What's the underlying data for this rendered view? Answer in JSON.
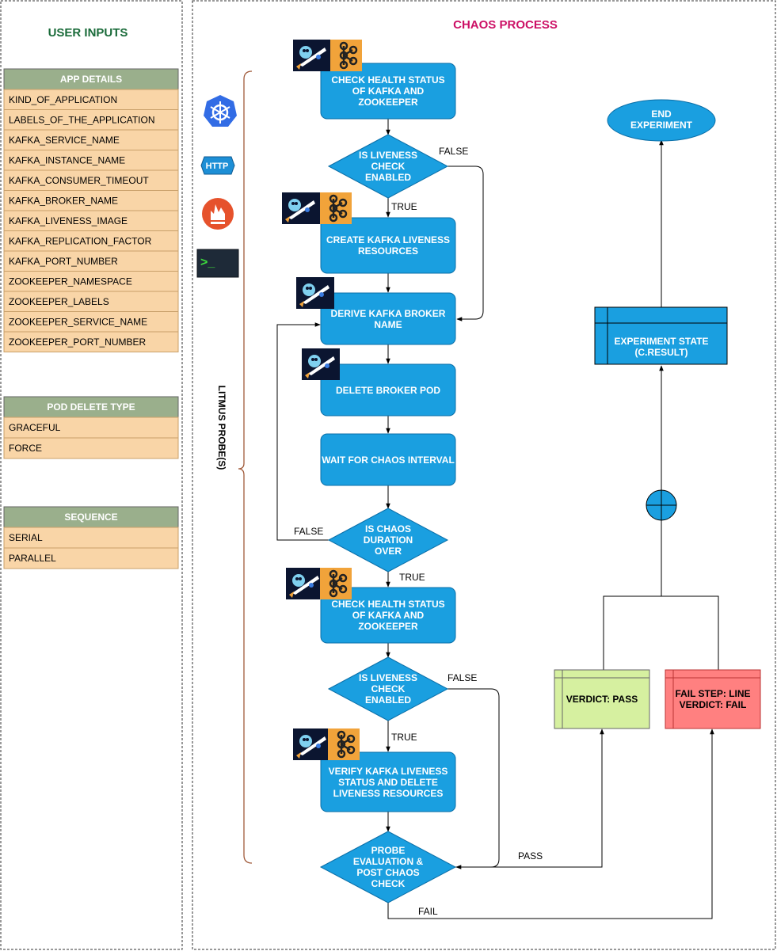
{
  "left_panel": {
    "title": "USER INPUTS",
    "tables": [
      {
        "header": "APP DETAILS",
        "rows": [
          "KIND_OF_APPLICATION",
          "LABELS_OF_THE_APPLICATION",
          "KAFKA_SERVICE_NAME",
          "KAFKA_INSTANCE_NAME",
          "KAFKA_CONSUMER_TIMEOUT",
          "KAFKA_BROKER_NAME",
          "KAFKA_LIVENESS_IMAGE",
          "KAFKA_REPLICATION_FACTOR",
          "KAFKA_PORT_NUMBER",
          "ZOOKEEPER_NAMESPACE",
          "ZOOKEEPER_LABELS",
          "ZOOKEEPER_SERVICE_NAME",
          "ZOOKEEPER_PORT_NUMBER"
        ]
      },
      {
        "header": "POD DELETE TYPE",
        "rows": [
          "GRACEFUL",
          "FORCE"
        ]
      },
      {
        "header": "SEQUENCE",
        "rows": [
          "SERIAL",
          "PARALLEL"
        ]
      }
    ]
  },
  "right_panel": {
    "title": "CHAOS PROCESS",
    "probe_label": "LITMUS PROBE(S)",
    "probe_icons": [
      "kubernetes-icon",
      "http-icon",
      "prometheus-icon",
      "terminal-icon"
    ],
    "http_text": "HTTP",
    "terminal_text": ">_",
    "steps": {
      "check1": [
        "CHECK HEALTH STATUS",
        "OF KAFKA AND",
        "ZOOKEEPER"
      ],
      "liveness1": [
        "IS LIVENESS",
        "CHECK",
        "ENABLED"
      ],
      "create": [
        "CREATE KAFKA LIVENESS",
        "RESOURCES"
      ],
      "derive": [
        "DERIVE KAFKA BROKER",
        "NAME"
      ],
      "delete": [
        "DELETE BROKER POD"
      ],
      "wait": [
        "WAIT FOR CHAOS INTERVAL"
      ],
      "duration": [
        "IS CHAOS",
        "DURATION",
        "OVER"
      ],
      "check2": [
        "CHECK HEALTH STATUS",
        "OF KAFKA AND",
        "ZOOKEEPER"
      ],
      "liveness2": [
        "IS LIVENESS",
        "CHECK",
        "ENABLED"
      ],
      "verify": [
        "VERIFY KAFKA LIVENESS",
        "STATUS AND DELETE",
        "LIVENESS RESOURCES"
      ],
      "probe_eval": [
        "PROBE",
        "EVALUATION &",
        "POST CHAOS",
        "CHECK"
      ],
      "end": [
        "END",
        "EXPERIMENT"
      ],
      "state": [
        "EXPERIMENT STATE",
        "(C.RESULT)"
      ],
      "pass_verdict": [
        "VERDICT: PASS"
      ],
      "fail_verdict": [
        "FAIL STEP: LINE",
        "VERDICT: FAIL"
      ]
    },
    "edge_labels": {
      "false1": "FALSE",
      "true1": "TRUE",
      "false2": "FALSE",
      "true2": "TRUE",
      "false3": "FALSE",
      "true3": "TRUE",
      "pass": "PASS",
      "fail": "FAIL"
    }
  },
  "colors": {
    "process_blue": "#1a9fe0",
    "title_green": "#1a6b3a",
    "title_pink": "#cc1166",
    "table_header": "#9aaf8c",
    "table_row": "#f9d5a7",
    "pass_fill": "#d6f0a0",
    "fail_fill": "#ff8080",
    "kafka_orange": "#f1a33a"
  }
}
